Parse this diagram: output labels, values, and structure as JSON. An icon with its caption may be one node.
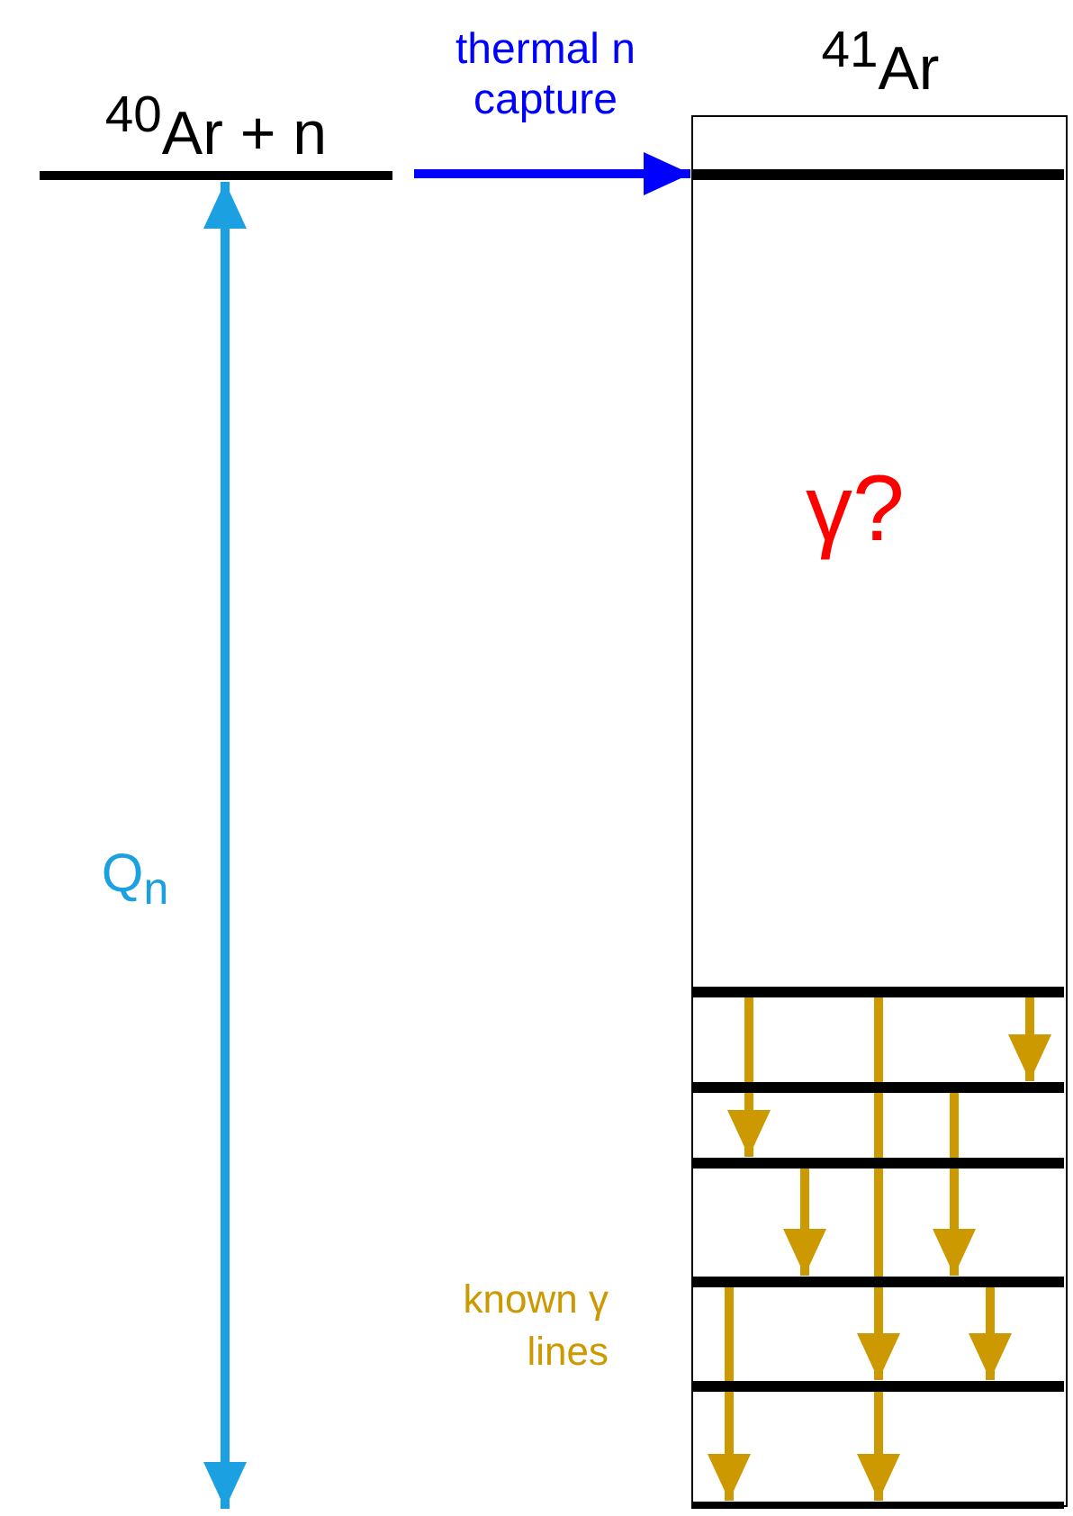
{
  "diagram": {
    "nodes": [
      {
        "text": [
          "$^{40}$Ar + n"
        ]
      },
      {
        "text": [
          "$^{41}$Ar"
        ]
      },
      {
        "text": [],
        "shape": "bar",
        "in": 1
      },
      {
        "text": [],
        "shape": "bar",
        "in": 1
      },
      {
        "text": [],
        "shape": "bar",
        "in": 1
      },
      {
        "text": [],
        "shape": "bar",
        "in": 1
      },
      {
        "text": [],
        "shape": "bar",
        "in": 1
      },
      {
        "text": [],
        "shape": "bar",
        "in": 1
      },
      {
        "text": [],
        "shape": "bar",
        "in": 1
      }
    ],
    "edges": [
      {
        "from": 0,
        "to": 2,
        "arrow": "to",
        "label": "thermal n capture",
        "color": "#0000ff"
      },
      {
        "from": 3,
        "to": 5,
        "arrow": "to"
      },
      {
        "from": 3,
        "to": 7,
        "arrow": "to"
      },
      {
        "from": 3,
        "to": 4,
        "arrow": "to"
      },
      {
        "from": 4,
        "to": 6,
        "arrow": "to"
      },
      {
        "from": 5,
        "to": 6,
        "arrow": "to"
      },
      {
        "from": 6,
        "to": 8,
        "arrow": "to"
      },
      {
        "from": 6,
        "to": 7,
        "arrow": "to"
      },
      {
        "from": 7,
        "to": 8,
        "arrow": "to"
      }
    ],
    "labels": [
      "Q$_{n}$",
      "γ?",
      "known γ lines"
    ]
  }
}
